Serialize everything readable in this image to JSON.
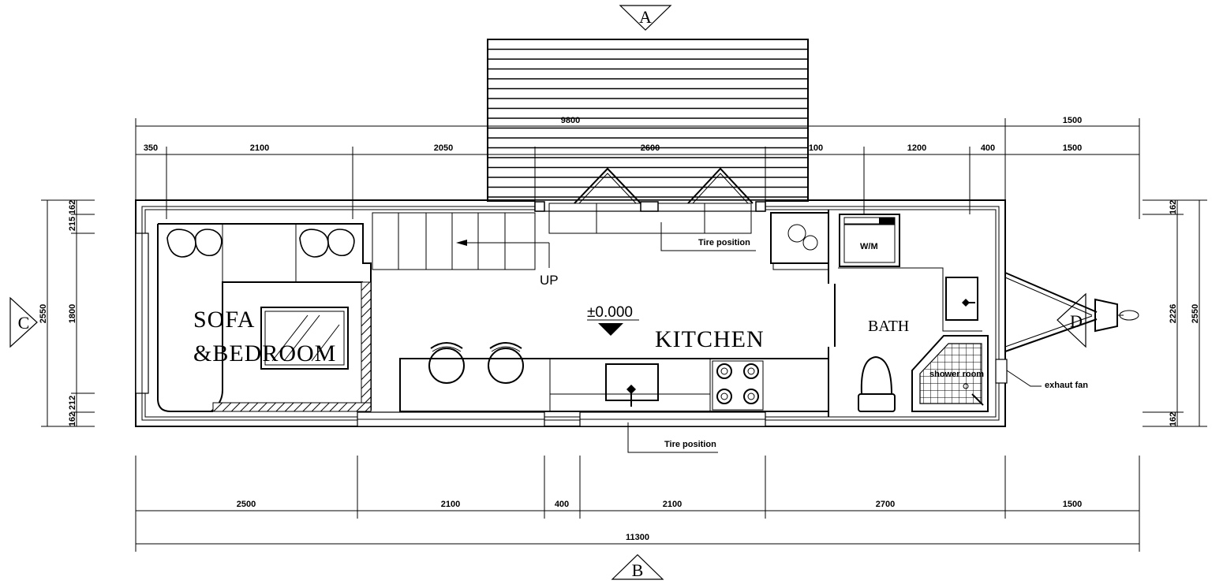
{
  "sections": {
    "top": "A",
    "bottom": "B",
    "left": "C",
    "right": "D"
  },
  "rooms": {
    "sofa_line1": "SOFA",
    "sofa_line2": "&BEDROOM",
    "kitchen": "KITCHEN",
    "bath": "BATH"
  },
  "labels": {
    "up": "UP",
    "level": "±0.000",
    "tire_top": "Tire position",
    "tire_bottom": "Tire position",
    "washer": "W/M",
    "exhaust": "exhaut fan",
    "shower": "shower room"
  },
  "dims": {
    "top_total": "9800",
    "top_hitch": "1500",
    "top_row": [
      "350",
      "2100",
      "2050",
      "2600",
      "100",
      "1200",
      "400",
      "1500"
    ],
    "bottom_row": [
      "2500",
      "2100",
      "400",
      "2100",
      "2700",
      "1500"
    ],
    "bottom_total": "11300",
    "left_total": "2550",
    "left_mid": "1800",
    "left_top_a": "162",
    "left_top_b": "215",
    "left_bot_a": "212",
    "left_bot_b": "162",
    "right_total": "2550",
    "right_mid": "2226",
    "right_top": "162",
    "right_bot": "162"
  },
  "colors": {
    "line": "#000000",
    "background": "#ffffff"
  }
}
